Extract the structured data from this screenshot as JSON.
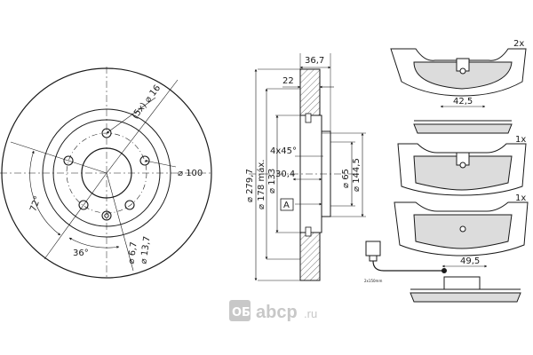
{
  "disc_front": {
    "bolt_hole_label": "(5x) ⌀ 16",
    "hub_label": "⌀ 100",
    "angle_large": "72°",
    "angle_small": "36°",
    "hole_a_label": "⌀ 13,7",
    "hole_b_label": "⌀ 6,7"
  },
  "disc_side": {
    "overall_width": "36,7",
    "hub_depth": "22",
    "outer_diameter": "⌀ 279,7",
    "max_diameter": "⌀ 178 máx.",
    "bore_diameter": "⌀ 133",
    "chamfer": "4x45°",
    "min_thickness": "30,4",
    "centre_bore": "⌀ 65",
    "pitch_diameter": "⌀ 144,5",
    "section_marker": "A"
  },
  "pads": {
    "top_qty": "2x",
    "top_dim": "42,5",
    "mid_qty": "1x",
    "bottom_qty": "1x",
    "sensor_dim": "49,5",
    "tiny_note": "2x150mm"
  },
  "watermark": {
    "brand": "ОБ",
    "text": "abcp",
    "domain": ".ru"
  },
  "colors": {
    "line": "#1a1a1a",
    "hatch": "#7a7a7a",
    "pad_fill": "#dcdcdc",
    "watermark": "#c8c8c8"
  }
}
